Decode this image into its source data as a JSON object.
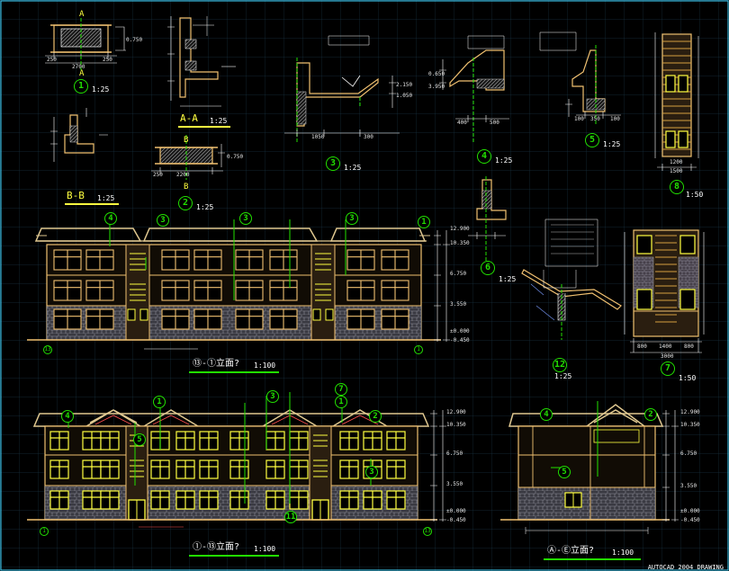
{
  "drawing": {
    "background": "#000000",
    "grid_color": "#1a2f3f",
    "colors": {
      "wall": "#f0c070",
      "window": "#ffff40",
      "dim": "#ffffff",
      "leader": "#22e000",
      "roof": "#e0c890",
      "stone": "#7c7c86"
    }
  },
  "details": {
    "d1": {
      "bubble": "1",
      "scale": "1:25",
      "section_marks": [
        "A",
        "A"
      ]
    },
    "d2": {
      "bubble": "2",
      "scale": "1:25",
      "section_marks": [
        "B",
        "B"
      ]
    },
    "d3": {
      "bubble": "3",
      "scale": "1:25"
    },
    "d4": {
      "bubble": "4",
      "scale": "1:25"
    },
    "d5": {
      "bubble": "5",
      "scale": "1:25"
    },
    "d6": {
      "bubble": "6",
      "scale": "1:25"
    },
    "d7": {
      "bubble": "7",
      "scale": "1:50"
    },
    "d8": {
      "bubble": "8",
      "scale": "1:50"
    },
    "d12": {
      "bubble": "12",
      "scale": "1:25"
    },
    "section_aa": {
      "title": "A-A",
      "scale": "1:25"
    },
    "section_bb": {
      "title": "B-B",
      "scale": "1:25"
    }
  },
  "elevations": {
    "rear": {
      "title": "⑬-①立面?",
      "scale": "1:100",
      "axis_start": "13",
      "axis_end": "1"
    },
    "front": {
      "title": "①-⑬立面?",
      "scale": "1:100",
      "axis_start": "1",
      "axis_end": "13"
    },
    "side": {
      "title": "Ⓐ-Ⓔ立面?",
      "scale": "1:100"
    }
  },
  "callouts": {
    "rear": [
      "4",
      "3",
      "3",
      "3",
      "1"
    ],
    "front": [
      "4",
      "1",
      "3",
      "7",
      "1",
      "2",
      "3",
      "5",
      "11"
    ],
    "side": [
      "4",
      "2",
      "5"
    ]
  },
  "dimensions": {
    "d1": [
      "2700",
      "250",
      "250",
      "0.750"
    ],
    "d2": [
      "2200",
      "250",
      "0.750"
    ],
    "d3": [
      "1050",
      "300",
      "2.150",
      "1.050"
    ],
    "d4": [
      "400",
      "500",
      "0.650",
      "3.950"
    ],
    "d5": [
      "100",
      "350",
      "100"
    ],
    "d8": [
      "1500",
      "1200"
    ],
    "d7": [
      "800",
      "1400",
      "800",
      "3000"
    ],
    "levels": [
      "12.900",
      "10.350",
      "6.750",
      "3.550",
      "±0.000",
      "-0.450"
    ]
  },
  "footer": {
    "text": "AUTOCAD 2004 DRAWING"
  }
}
